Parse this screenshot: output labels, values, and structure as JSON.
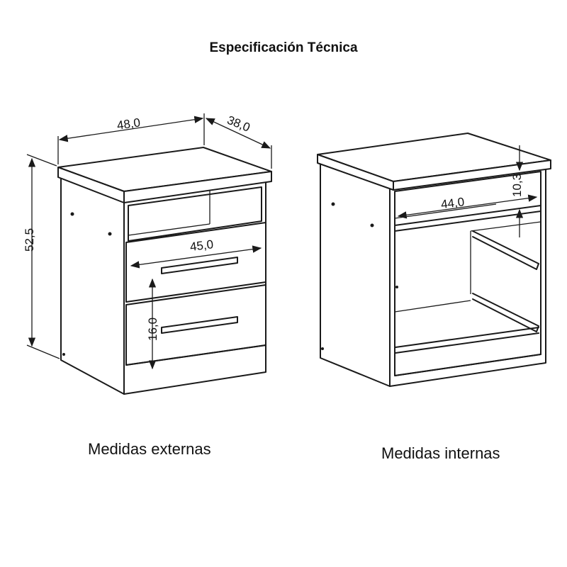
{
  "title": "Especificación Técnica",
  "external": {
    "caption": "Medidas externas",
    "width": "48,0",
    "depth": "38,0",
    "height": "52,5",
    "drawer_width": "45,0",
    "drawer_height": "16,0"
  },
  "internal": {
    "caption": "Medidas internas",
    "niche_width": "44,0",
    "niche_height": "10,3"
  }
}
